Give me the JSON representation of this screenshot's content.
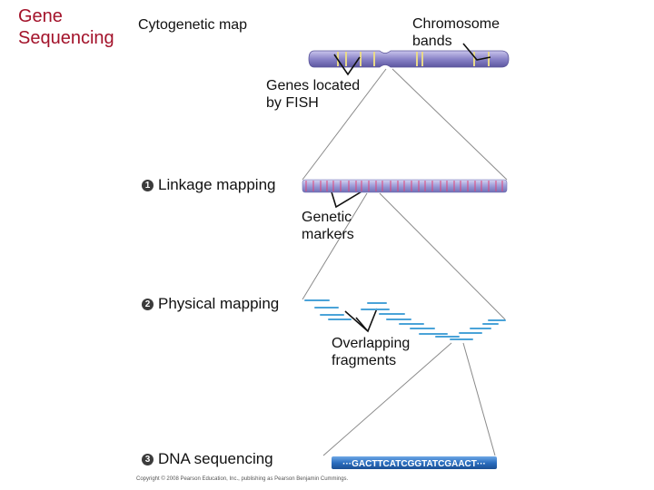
{
  "title_line1": "Gene",
  "title_line2": "Sequencing",
  "labels": {
    "cytogenetic": "Cytogenetic map",
    "bands_line1": "Chromosome",
    "bands_line2": "bands",
    "fish_line1": "Genes located",
    "fish_line2": "by FISH",
    "markers_line1": "Genetic",
    "markers_line2": "markers",
    "overlap_line1": "Overlapping",
    "overlap_line2": "fragments"
  },
  "steps": [
    {
      "number": "1",
      "label": "Linkage mapping"
    },
    {
      "number": "2",
      "label": "Physical mapping"
    },
    {
      "number": "3",
      "label": "DNA sequencing"
    }
  ],
  "sequence": "···GACTTCATCGGTATCGAACT···",
  "copyright": "Copyright © 2008 Pearson Education, Inc., publishing as Pearson Benjamin Cummings.",
  "colors": {
    "title": "#a3122a",
    "chromosome": "#8a84c8",
    "band": "#e8d98a",
    "linkage_bar": "#9c9cd8",
    "marker": "#e0457a",
    "fragment": "#4aa3d8",
    "sequence_bar": "#2a6ec0"
  }
}
